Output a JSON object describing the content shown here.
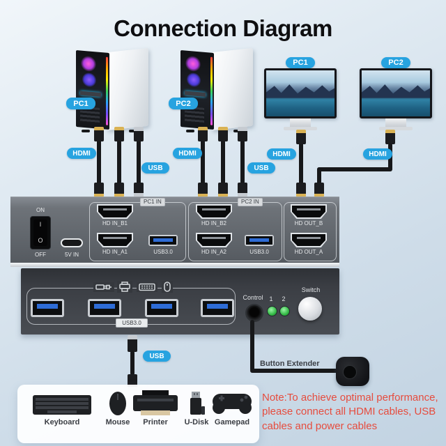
{
  "title": "Connection Diagram",
  "badges": {
    "pc1": "PC1",
    "pc2": "PC2",
    "hdmi": "HDMI",
    "usb": "USB"
  },
  "kvm_back": {
    "power_on": "ON",
    "power_off": "OFF",
    "rocker_on": "I",
    "rocker_off": "O",
    "power_in": "5V IN",
    "group1": {
      "name": "PC1 IN",
      "hdmi_b": "HD IN_B1",
      "hdmi_a": "HD IN_A1",
      "usb": "USB3.0"
    },
    "group2": {
      "name": "PC2 IN",
      "hdmi_b": "HD IN_B2",
      "hdmi_a": "HD IN_A2",
      "usb": "USB3.0"
    },
    "outputs": {
      "hdmi_b": "HD OUT_B",
      "hdmi_a": "HD OUT_A"
    }
  },
  "kvm_front": {
    "hub_label": "USB3.0",
    "control": "Control",
    "led1": "1",
    "led2": "2",
    "switch": "Switch",
    "icons": [
      "usb-icon",
      "printer-icon",
      "keyboard-icon",
      "mouse-icon"
    ]
  },
  "usb_down": "USB",
  "button_extender": "Button Extender",
  "peripherals": [
    {
      "label": "Keyboard",
      "icon": "keyboard-icon"
    },
    {
      "label": "Mouse",
      "icon": "mouse-icon"
    },
    {
      "label": "Printer",
      "icon": "printer-icon"
    },
    {
      "label": "U-Disk",
      "icon": "u-disk-icon"
    },
    {
      "label": "Gamepad",
      "icon": "gamepad-icon"
    }
  ],
  "note": {
    "lines": [
      "Note:To achieve optimal performance,",
      "please connect all HDMI cables, USB",
      "cables and power cables"
    ]
  },
  "colors": {
    "accent_cyan": "#27a3e0",
    "note_red": "#e64c3e",
    "led_green": "#3ac14b",
    "back_panel_gray": "#64696f",
    "front_panel_gray": "#3c3f45"
  }
}
